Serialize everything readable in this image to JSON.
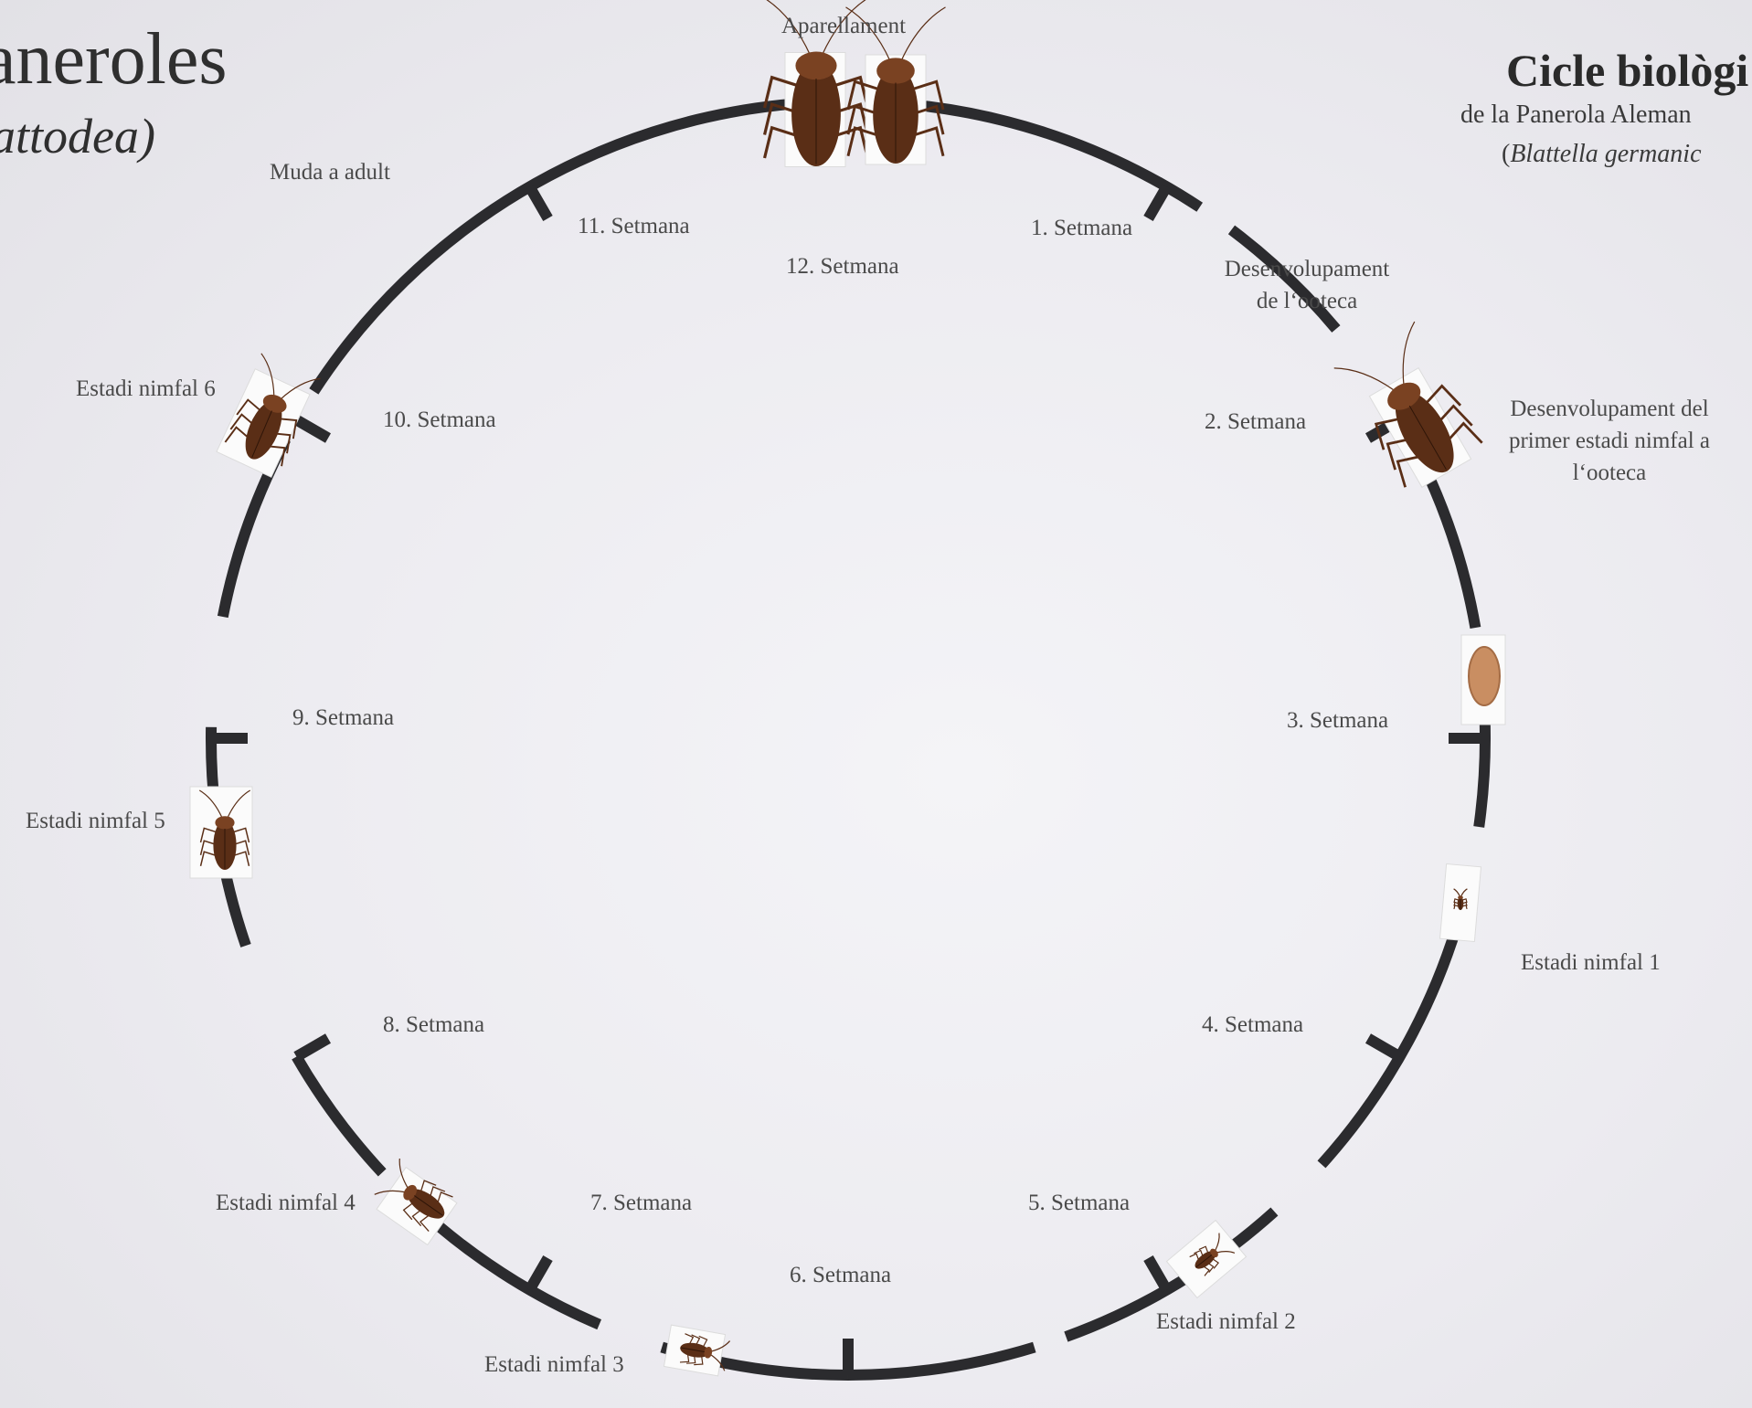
{
  "header": {
    "title_left": "aneroles",
    "subtitle_left": "attodea)",
    "title_right": "Cicle biològi",
    "subtitle_right_line1": "de la Panerola Aleman",
    "subtitle_right_line2_prefix": "(",
    "subtitle_right_line2_italic": "Blattella germanic"
  },
  "stages": {
    "mating": "Aparellament",
    "molt_adult": "Muda a adult",
    "ootheca_dev_1": "Desenvolupament",
    "ootheca_dev_2": "de l‘ooteca",
    "first_nymph_dev_1": "Desenvolupament  del",
    "first_nymph_dev_2": "primer estadi nimfal a",
    "first_nymph_dev_3": "l‘ooteca",
    "nymph_1": "Estadi nimfal 1",
    "nymph_2": "Estadi nimfal 2",
    "nymph_3": "Estadi nimfal 3",
    "nymph_4": "Estadi nimfal 4",
    "nymph_5": "Estadi nimfal 5",
    "nymph_6": "Estadi nimfal 6"
  },
  "weeks": {
    "w1": "1. Setmana",
    "w2": "2. Setmana",
    "w3": "3. Setmana",
    "w4": "4. Setmana",
    "w5": "5. Setmana",
    "w6": "6. Setmana",
    "w7": "7. Setmana",
    "w8": "8. Setmana",
    "w9": "9. Setmana",
    "w10": "10. Setmana",
    "w11": "11. Setmana",
    "w12": "12. Setmana"
  },
  "colors": {
    "ring": "#2b2b2e",
    "insect": "#5a2e16",
    "ootheca": "#c98e62",
    "card": "#fbfbfb"
  }
}
